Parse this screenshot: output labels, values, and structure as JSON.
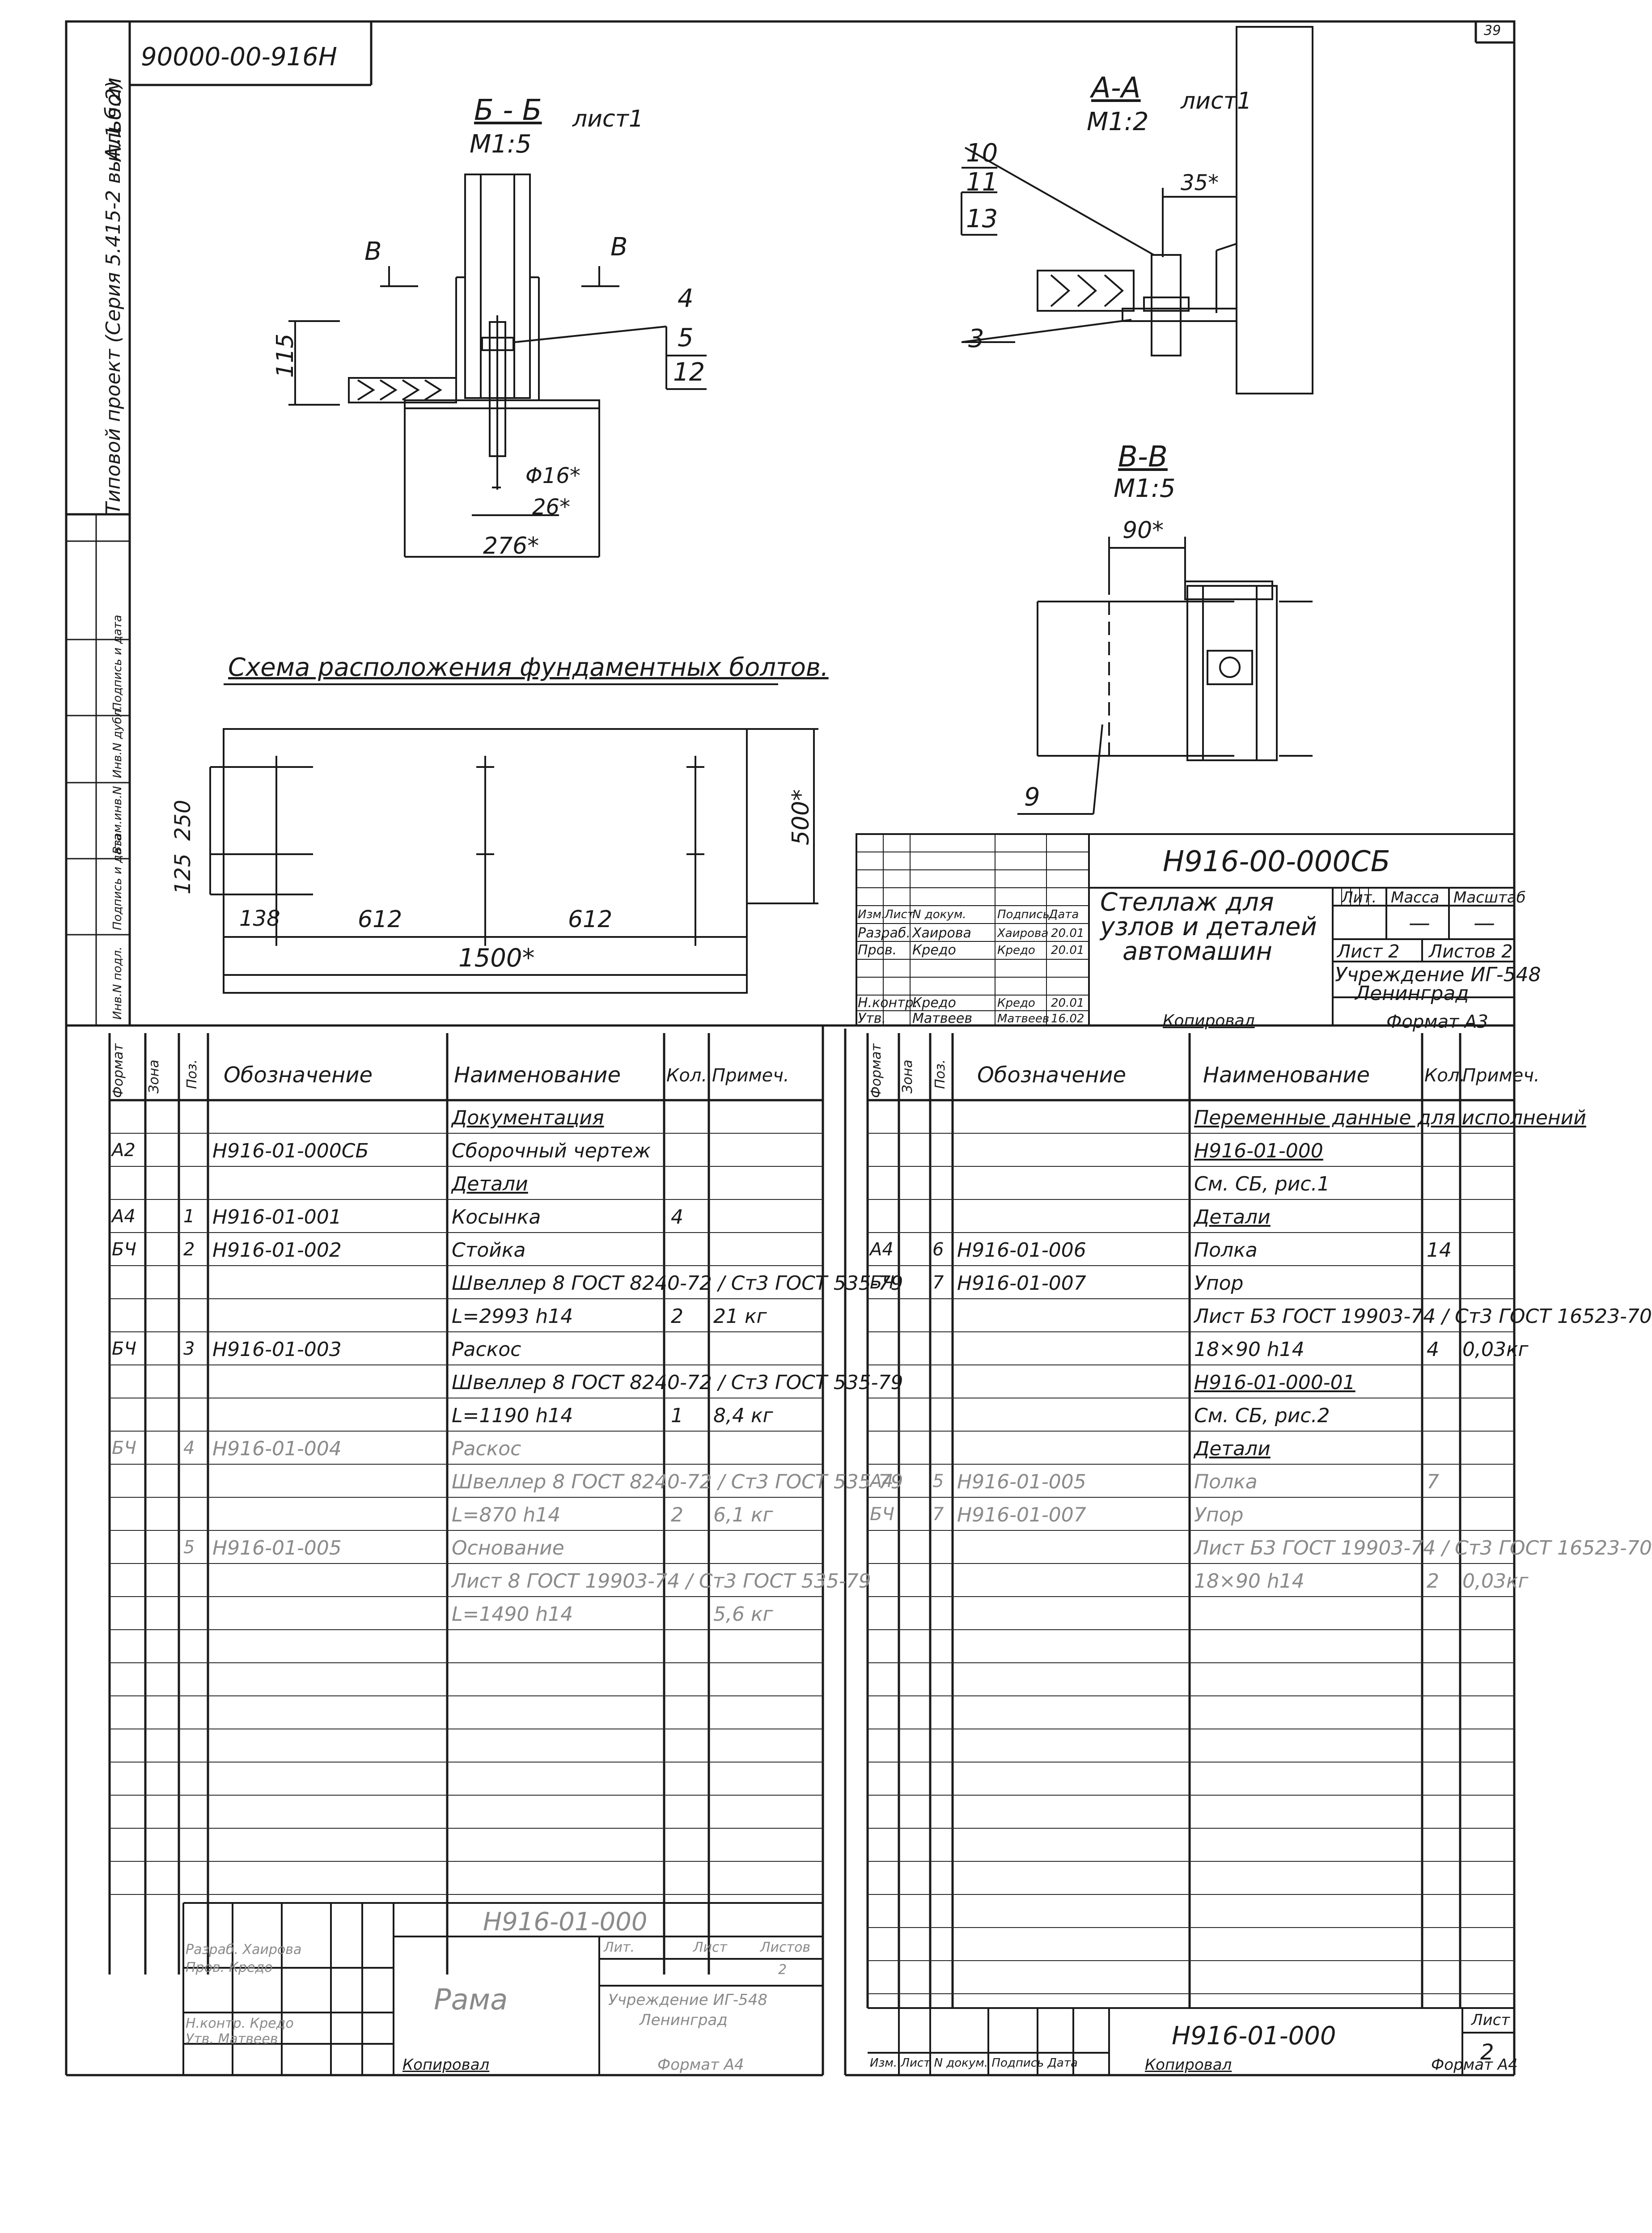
{
  "top_sheet": {
    "corner_code": "90000-00-916H",
    "sheet_no": "39",
    "album_label": "Альбом",
    "series_label": "Типовой проект (Серия 5.415-2 вып.1 ч.2)",
    "side_stamp_fields": [
      "Инв.N подл.",
      "Подпись и дата",
      "Взам.инв.N",
      "Инв.N дубл.",
      "Подпись и дата"
    ],
    "section_bb": {
      "title": "Б - Б",
      "scale": "М1:5",
      "sheet": "лист1",
      "cut_label_left": "В",
      "cut_label_right": "В",
      "dim_115": "115",
      "dim_d16": "Φ16*",
      "dim_26": "26*",
      "dim_276": "276*",
      "pos_4": "4",
      "pos_5": "5",
      "pos_12": "12"
    },
    "section_aa": {
      "title": "А-А",
      "scale": "М1:2",
      "sheet": "лист1",
      "pos_10": "10",
      "pos_11": "11",
      "pos_13": "13",
      "pos_3": "3",
      "dim_35": "35*"
    },
    "section_vv": {
      "title": "В-В",
      "scale": "М1:5",
      "dim_90": "90*",
      "pos_9": "9"
    },
    "layout": {
      "title": "Схема расположения фундаментных болтов.",
      "dim_250": "250",
      "dim_125": "125",
      "dim_138": "138",
      "dim_612a": "612",
      "dim_612b": "612",
      "dim_1500": "1500*",
      "dim_500": "500*"
    },
    "title_block": {
      "designation": "Н916-00-000СБ",
      "name_line1": "Стеллаж для",
      "name_line2": "узлов и деталей",
      "name_line3": "автомашин",
      "col_heads": [
        "Изм.",
        "Лист",
        "N докум.",
        "Подпись",
        "Дата"
      ],
      "rows": [
        {
          "role": "Разраб.",
          "name": "Хаирова",
          "sign": "Хаирова",
          "date": "20.01"
        },
        {
          "role": "Пров.",
          "name": "Кредо",
          "sign": "Кредо",
          "date": "20.01"
        },
        {
          "role": "Н.контр.",
          "name": "Кредо",
          "sign": "Кредо",
          "date": "20.01"
        },
        {
          "role": "Утв.",
          "name": "Матвеев",
          "sign": "Матвеев",
          "date": "16.02"
        }
      ],
      "lit_label": "Лит.",
      "mass_label": "Масса",
      "scale_label": "Масштаб",
      "mass_value": "—",
      "scale_value": "—",
      "sheet_label": "Лист 2",
      "sheets_label": "Листов 2",
      "org_line1": "Учреждение ИГ-548",
      "org_line2": "Ленинград",
      "copied": "Копировал",
      "format": "Формат А3"
    }
  },
  "left_spec": {
    "headers": [
      "Формат",
      "Зона",
      "Поз.",
      "Обозначение",
      "Наименование",
      "Кол.",
      "Примеч."
    ],
    "rows": [
      {
        "name": "Документация",
        "underline": true
      },
      {
        "fmt": "А2",
        "desig": "Н916-01-000СБ",
        "name": "Сборочный чертеж"
      },
      {
        "name": "Детали",
        "underline": true
      },
      {
        "fmt": "А4",
        "pos": "1",
        "desig": "Н916-01-001",
        "name": "Косынка",
        "qty": "4"
      },
      {
        "fmt": "БЧ",
        "pos": "2",
        "desig": "Н916-01-002",
        "name": "Стойка"
      },
      {
        "name": "Швеллер 8 ГОСТ 8240-72 / Ст3 ГОСТ 535-79"
      },
      {
        "name": "L=2993 h14",
        "qty": "2",
        "note": "21 кг"
      },
      {
        "fmt": "БЧ",
        "pos": "3",
        "desig": "Н916-01-003",
        "name": "Раскос"
      },
      {
        "name": "Швеллер 8 ГОСТ 8240-72 / Ст3 ГОСТ 535-79"
      },
      {
        "name": "L=1190 h14",
        "qty": "1",
        "note": "8,4 кг"
      },
      {
        "fmt": "БЧ",
        "pos": "4",
        "desig": "Н916-01-004",
        "name": "Раскос"
      },
      {
        "name": "Швеллер 8 ГОСТ 8240-72 / Ст3 ГОСТ 535-79"
      },
      {
        "name": "L=870 h14",
        "qty": "2",
        "note": "6,1 кг"
      },
      {
        "pos": "5",
        "desig": "Н916-01-005",
        "name": "Основание"
      },
      {
        "name": "Лист 8 ГОСТ 19903-74 / Ст3 ГОСТ 535-79"
      },
      {
        "name": "L=1490 h14",
        "note": "5,6 кг"
      }
    ],
    "title_block": {
      "designation": "Н916-01-000",
      "name": "Рама",
      "rows": [
        "Разраб. Хаирова",
        "Пров. Кредо",
        "Н.контр. Кредо",
        "Утв. Матвеев"
      ],
      "lit_label": "Лит.",
      "sheet_label": "Лист",
      "sheets_label": "Листов",
      "sheets_value": "2",
      "org_line1": "Учреждение ИГ-548",
      "org_line2": "Ленинград",
      "copied": "Копировал",
      "format": "Формат А4"
    }
  },
  "right_spec": {
    "headers": [
      "Формат",
      "Зона",
      "Поз.",
      "Обозначение",
      "Наименование",
      "Кол.",
      "Примеч."
    ],
    "rows": [
      {
        "name": "Переменные данные для исполнений",
        "underline": true
      },
      {
        "name": "Н916-01-000",
        "underline": true
      },
      {
        "name": "См. СБ, рис.1"
      },
      {
        "name": "Детали",
        "underline": true
      },
      {
        "fmt": "А4",
        "pos": "6",
        "desig": "Н916-01-006",
        "name": "Полка",
        "qty": "14"
      },
      {
        "fmt": "БЧ",
        "pos": "7",
        "desig": "Н916-01-007",
        "name": "Упор"
      },
      {
        "name": "Лист Б3 ГОСТ 19903-74 / Ст3 ГОСТ 16523-70"
      },
      {
        "name": "18×90 h14",
        "qty": "4",
        "note": "0,03кг"
      },
      {
        "name": "Н916-01-000-01",
        "underline": true
      },
      {
        "name": "См. СБ, рис.2"
      },
      {
        "name": "Детали",
        "underline": true
      },
      {
        "fmt": "А4",
        "pos": "5",
        "desig": "Н916-01-005",
        "name": "Полка",
        "qty": "7"
      },
      {
        "fmt": "БЧ",
        "pos": "7",
        "desig": "Н916-01-007",
        "name": "Упор"
      },
      {
        "name": "Лист Б3 ГОСТ 19903-74 / Ст3 ГОСТ 16523-70"
      },
      {
        "name": "18×90 h14",
        "qty": "2",
        "note": "0,03кг"
      }
    ],
    "title_block": {
      "designation": "Н916-01-000",
      "sheet_label": "Лист",
      "sheet_value": "2",
      "col_heads": "Изм. Лист N докум. Подпись Дата",
      "copied": "Копировал",
      "format": "Формат А4"
    }
  }
}
